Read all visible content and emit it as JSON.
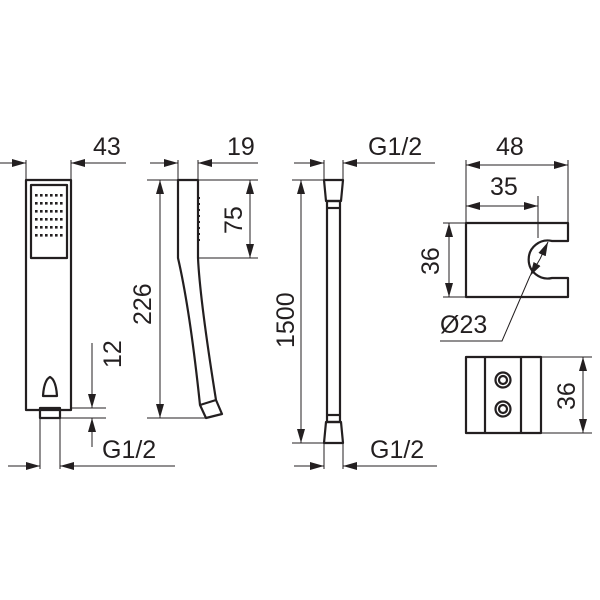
{
  "title": "Hand shower set dimension drawing",
  "colors": {
    "line": "#231f20",
    "background": "#ffffff"
  },
  "hand_shower": {
    "width_label": "43",
    "depth_label": "19",
    "length_label": "226",
    "spray_length_label": "75",
    "connector_height_label": "12",
    "thread_label": "G1/2"
  },
  "hose": {
    "top_thread_label": "G1/2",
    "length_label": "1500",
    "bottom_thread_label": "G1/2"
  },
  "holder": {
    "width_label": "48",
    "center_label": "35",
    "height_label": "36",
    "diameter_label": "Ø23",
    "plate_height_label": "36"
  }
}
